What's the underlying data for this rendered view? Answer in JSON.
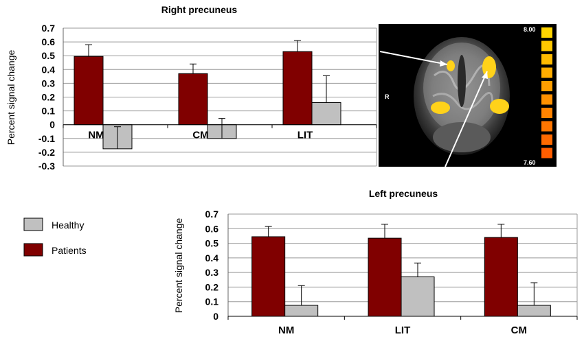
{
  "colors": {
    "healthy": "#c0c0c0",
    "patients": "#800000",
    "activation": "#ffd21a",
    "scale": [
      "#ffd400",
      "#ffc800",
      "#ffbb00",
      "#ffad00",
      "#ff9f00",
      "#ff9100",
      "#ff8300",
      "#ff7600",
      "#ff6a00",
      "#ff5e00"
    ]
  },
  "legend": {
    "healthy_label": "Healthy",
    "patients_label": "Patients"
  },
  "brain_image": {
    "orientation_label": "R",
    "scale_max_label": "8.00",
    "scale_min_label": "7.60"
  },
  "chart_data": [
    {
      "id": "right",
      "type": "bar",
      "title": "Right precuneus",
      "ylabel": "Percent signal change",
      "xlabel": "",
      "ylim": [
        -0.3,
        0.7
      ],
      "yticks": [
        "0.7",
        "0.6",
        "0.5",
        "0.4",
        "0.3",
        "0.2",
        "0.1",
        "0",
        "-0.1",
        "-0.2",
        "-0.3"
      ],
      "grid": true,
      "categories": [
        "NM",
        "CM",
        "LIT"
      ],
      "series": [
        {
          "name": "Patients",
          "values": [
            0.495,
            0.37,
            0.53
          ],
          "errors": [
            0.085,
            0.07,
            0.08
          ]
        },
        {
          "name": "Healthy",
          "values": [
            -0.175,
            -0.1,
            0.16
          ],
          "errors": [
            0.16,
            0.145,
            0.195
          ]
        }
      ]
    },
    {
      "id": "left",
      "type": "bar",
      "title": "Left precuneus",
      "ylabel": "Percent signal change",
      "xlabel": "",
      "ylim": [
        0,
        0.7
      ],
      "yticks": [
        "0.7",
        "0.6",
        "0.5",
        "0.4",
        "0.3",
        "0.2",
        "0.1",
        "0"
      ],
      "grid": true,
      "categories": [
        "NM",
        "LIT",
        "CM"
      ],
      "series": [
        {
          "name": "Patients",
          "values": [
            0.545,
            0.535,
            0.54
          ],
          "errors": [
            0.07,
            0.095,
            0.09
          ]
        },
        {
          "name": "Healthy",
          "values": [
            0.075,
            0.27,
            0.075
          ],
          "errors": [
            0.135,
            0.095,
            0.155
          ]
        }
      ]
    }
  ]
}
